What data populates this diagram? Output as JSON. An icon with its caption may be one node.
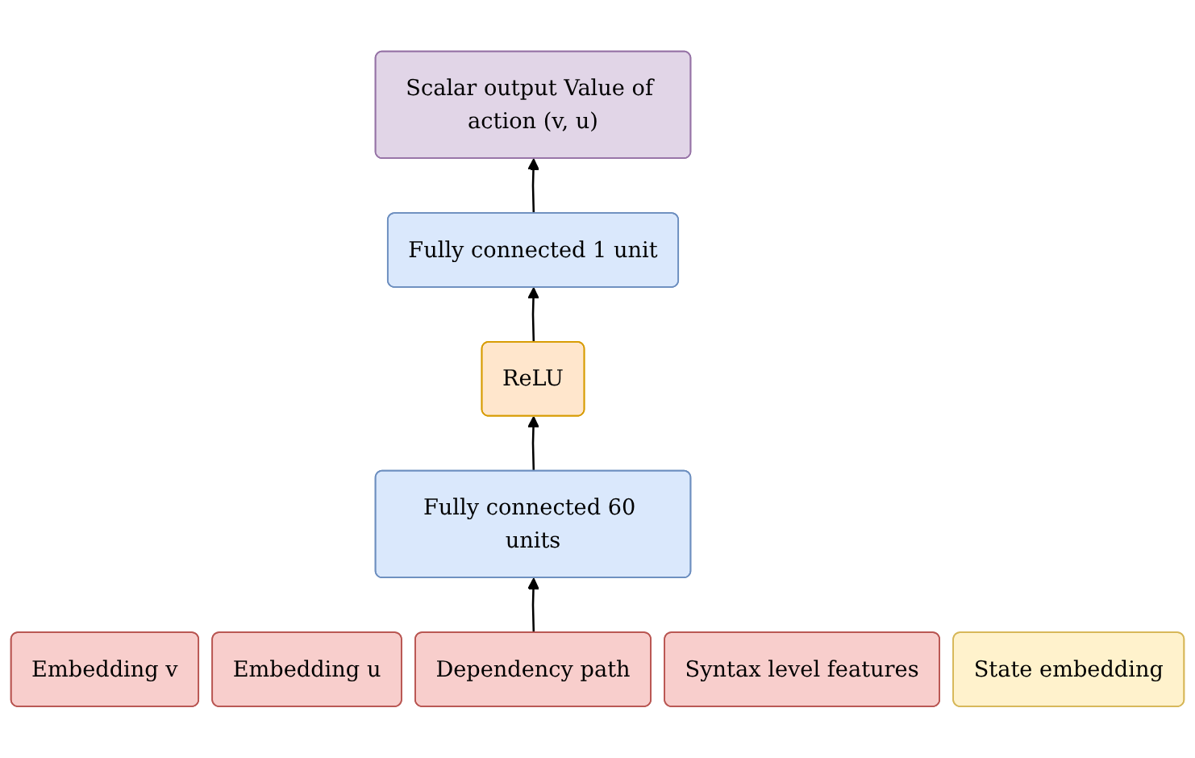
{
  "diagram": {
    "nodes": [
      {
        "text": [
          "Scalar output Value of action (v, u)"
        ]
      },
      {
        "text": [
          "Fully connected 1 unit"
        ]
      },
      {
        "text": [
          "ReLU"
        ]
      },
      {
        "text": [
          "Fully connected 60 units"
        ]
      },
      {
        "text": [
          "Embedding v"
        ]
      },
      {
        "text": [
          "Embedding u"
        ]
      },
      {
        "text": [
          "Dependency path"
        ]
      },
      {
        "text": [
          "Syntax level features"
        ]
      },
      {
        "text": [
          "State embedding"
        ]
      }
    ],
    "edges": [
      {
        "from": 6,
        "to": 3,
        "arrow": "to"
      },
      {
        "from": 3,
        "to": 2,
        "arrow": "to"
      },
      {
        "from": 2,
        "to": 1,
        "arrow": "to"
      },
      {
        "from": 1,
        "to": 0,
        "arrow": "to"
      }
    ]
  }
}
